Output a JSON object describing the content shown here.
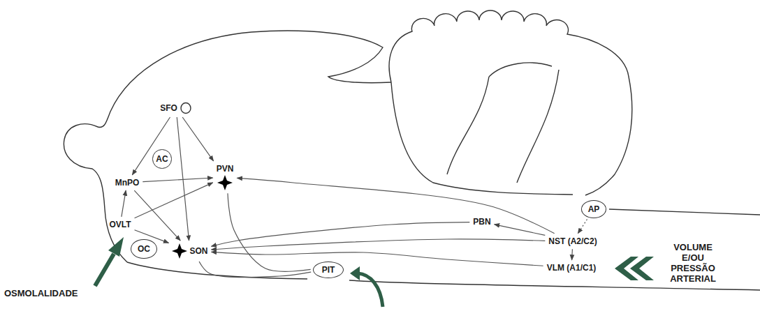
{
  "diagram": {
    "nodes": [
      {
        "text": [
          "SFO"
        ]
      },
      {
        "text": [
          "AC"
        ]
      },
      {
        "text": [
          "MnPO"
        ]
      },
      {
        "text": [
          "PVN"
        ]
      },
      {
        "text": [
          "OVLT"
        ]
      },
      {
        "text": [
          "OC"
        ]
      },
      {
        "text": [
          "SON"
        ]
      },
      {
        "text": [
          "PIT"
        ]
      },
      {
        "text": [
          "AP"
        ]
      },
      {
        "text": [
          "PBN"
        ]
      },
      {
        "text": [
          "NST (A2/C2)"
        ]
      },
      {
        "text": [
          "VLM (A1/C1)"
        ]
      }
    ],
    "edges": [
      {
        "from": 0,
        "to": 2,
        "arrow": "to"
      },
      {
        "from": 0,
        "to": 3,
        "arrow": "to"
      },
      {
        "from": 0,
        "to": 6,
        "arrow": "to"
      },
      {
        "from": 4,
        "to": 2,
        "arrow": "to"
      },
      {
        "from": 4,
        "to": 3,
        "arrow": "to"
      },
      {
        "from": 4,
        "to": 6,
        "arrow": "to"
      },
      {
        "from": 2,
        "to": 3,
        "arrow": "to"
      },
      {
        "from": 2,
        "to": 6,
        "arrow": "to"
      },
      {
        "from": 3,
        "to": 7,
        "arrow": "none"
      },
      {
        "from": 6,
        "to": 7,
        "arrow": "none"
      },
      {
        "from": 8,
        "to": 10,
        "arrow": "to"
      },
      {
        "from": 10,
        "to": 9,
        "arrow": "to"
      },
      {
        "from": 10,
        "to": 3,
        "arrow": "to"
      },
      {
        "from": 10,
        "to": 6,
        "arrow": "to"
      },
      {
        "from": 9,
        "to": 6,
        "arrow": "to"
      },
      {
        "from": 10,
        "to": 11,
        "arrow": "to"
      },
      {
        "from": 11,
        "to": 6,
        "arrow": "to"
      }
    ],
    "labels": [
      "OSMOLALIDADE",
      "VOLUME E/OU PRESSÃO ARTERIAL"
    ]
  }
}
